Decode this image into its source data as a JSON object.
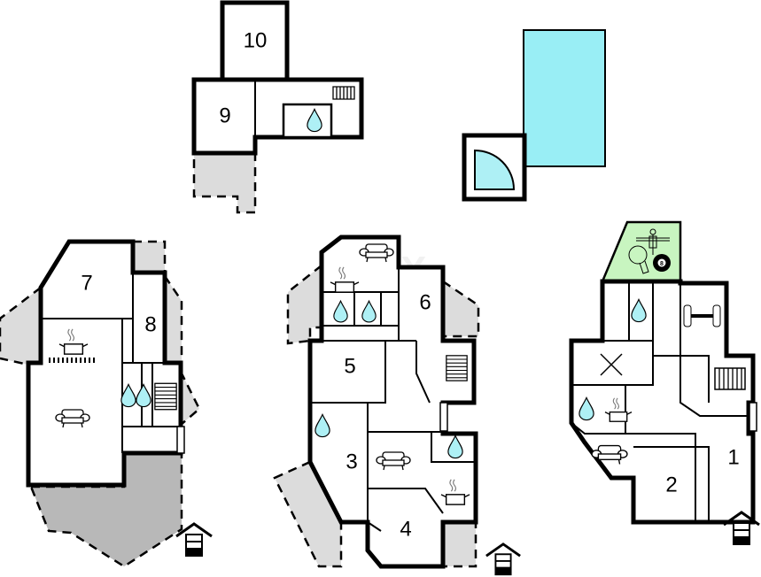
{
  "watermark": {
    "brand": "DUX",
    "sub": "nekretnine"
  },
  "rooms": {
    "r1": "1",
    "r2": "2",
    "r3": "3",
    "r4": "4",
    "r5": "5",
    "r6": "6",
    "r7": "7",
    "r8": "8",
    "r9": "9",
    "r10": "10"
  },
  "billiard_ball_number": "8",
  "colors": {
    "pool": "#99eef5",
    "games_room": "#c8f5c0",
    "water": "#aef0f5",
    "outdoor": "#dcdcdc"
  }
}
